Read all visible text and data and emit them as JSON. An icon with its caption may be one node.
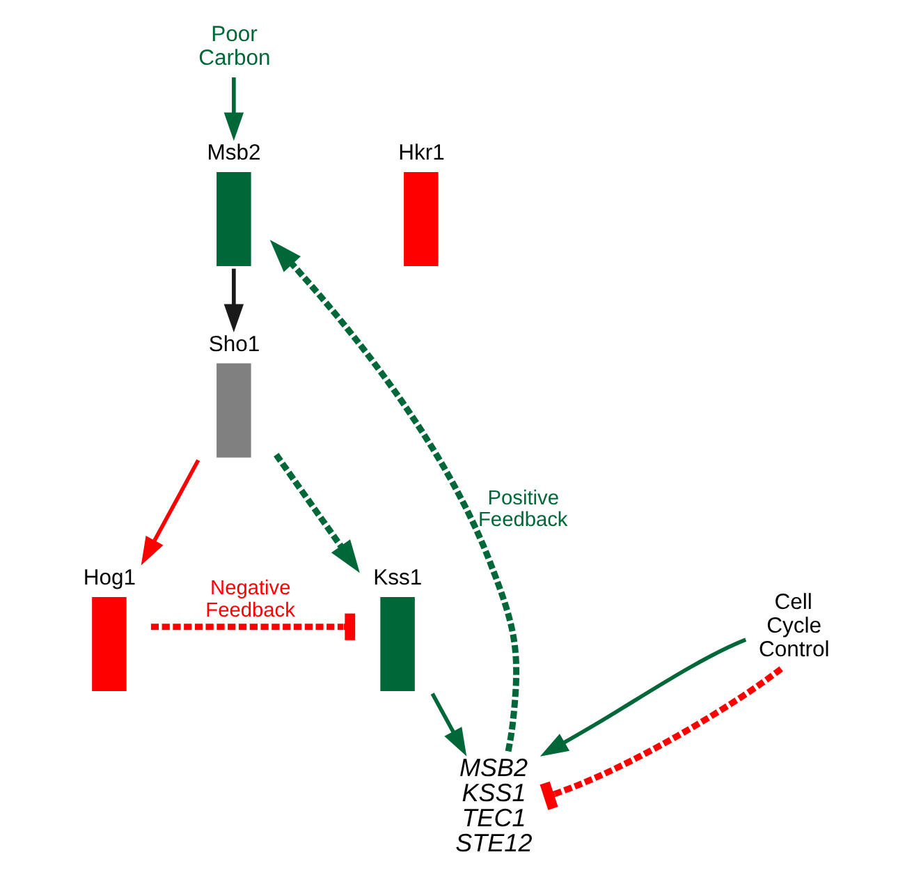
{
  "diagram": {
    "nodes": [
      {
        "text": [
          "Poor Carbon"
        ]
      },
      {
        "text": [
          "Msb2"
        ]
      },
      {
        "text": [
          "Hkr1"
        ]
      },
      {
        "text": [
          "Sho1"
        ]
      },
      {
        "text": [
          "Kss1"
        ]
      },
      {
        "text": [
          "Hog1"
        ]
      },
      {
        "text": [
          "MSB2 KSS1 TEC1 STE12"
        ]
      },
      {
        "text": [
          "Cell Cycle Control"
        ]
      }
    ],
    "edges": [
      {
        "from": 0,
        "to": 1,
        "arrow": "to"
      },
      {
        "from": 1,
        "to": 3,
        "arrow": "to",
        "color": "#1a1a1a"
      },
      {
        "from": 3,
        "to": 4,
        "arrow": "to",
        "style": "dashed"
      },
      {
        "from": 3,
        "to": 5,
        "arrow": "to",
        "color": "#ff0000"
      },
      {
        "from": 5,
        "to": 4,
        "arrow": "other",
        "style": "dashed",
        "color": "#ff0000",
        "label": "Negative Feedback"
      },
      {
        "from": 4,
        "to": 6,
        "arrow": "to"
      },
      {
        "from": 6,
        "to": 1,
        "arrow": "to",
        "style": "dashed",
        "label": "Positive Feedback"
      },
      {
        "from": 7,
        "to": 6,
        "arrow": "to"
      },
      {
        "from": 7,
        "to": 6,
        "arrow": "other",
        "style": "dashed",
        "color": "#ff0000"
      }
    ]
  }
}
